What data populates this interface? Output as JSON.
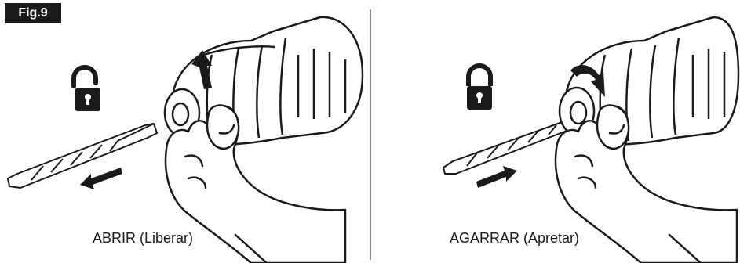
{
  "figure": {
    "label": "Fig.9"
  },
  "panels": [
    {
      "caption": "ABRIR (Liberar)",
      "lock_state": "unlocked",
      "lock_icon": "padlock-open-icon",
      "rotation_icon": "counterclockwise-arrow-icon",
      "motion_icon": "arrow-left-icon"
    },
    {
      "caption": "AGARRAR (Apretar)",
      "lock_state": "locked",
      "lock_icon": "padlock-closed-icon",
      "rotation_icon": "clockwise-arrow-icon",
      "motion_icon": "arrow-right-icon"
    }
  ],
  "colors": {
    "ink": "#1a1a1a",
    "divider": "#8a8a8a",
    "label_bg": "#1a1a1a",
    "label_text": "#ffffff"
  }
}
